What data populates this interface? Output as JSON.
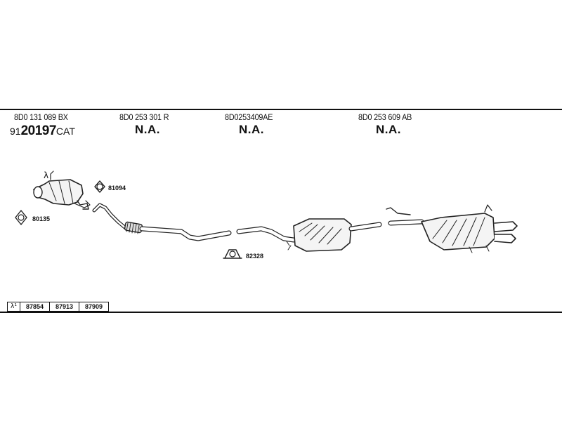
{
  "header": {
    "parts": [
      {
        "part_no": "8D0 131 089 BX",
        "status": ""
      },
      {
        "part_no": "8D0 253 301 R",
        "status": "N.A."
      },
      {
        "part_no": "8D0253409AE",
        "status": "N.A."
      },
      {
        "part_no": "8D0 253 609 AB",
        "status": "N.A."
      }
    ],
    "cat_prefix": "91",
    "cat_number": "20197",
    "cat_suffix": "CAT"
  },
  "callouts": {
    "gasket_81094": "81094",
    "gasket_80135": "80135",
    "clamp_82328": "82328",
    "lambda_symbol": "λ"
  },
  "sensor_table": {
    "symbol": "λ¹",
    "values": [
      "87854",
      "87913",
      "87909"
    ]
  }
}
